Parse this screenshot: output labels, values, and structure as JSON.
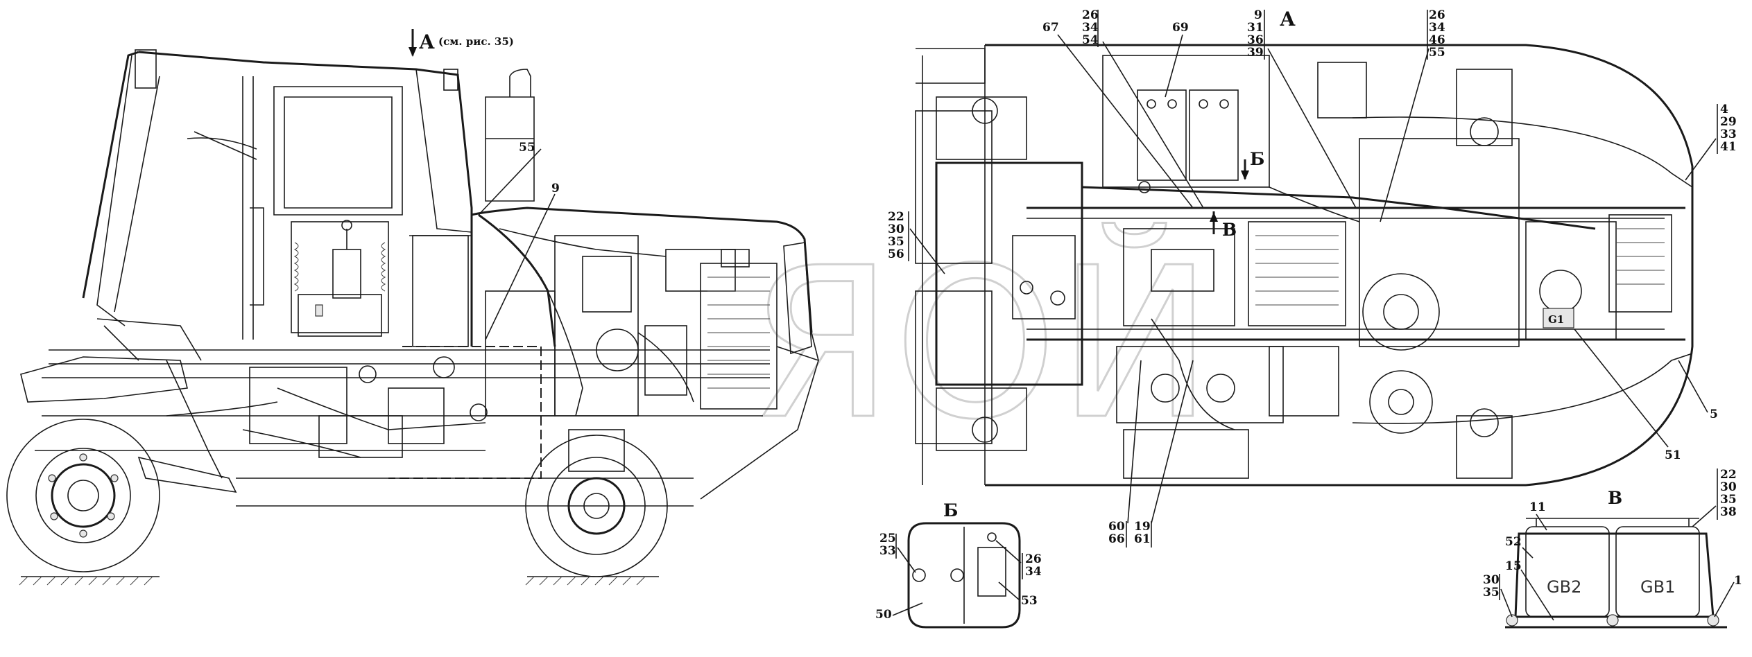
{
  "side_view": {
    "view_arrow_label": "А",
    "view_arrow_note": "(см. рис. 35)",
    "callouts": [
      "55",
      "9"
    ]
  },
  "top_view": {
    "title": "А",
    "callouts": [
      "67",
      "69",
      "26",
      "34",
      "54",
      "9",
      "31",
      "36",
      "39",
      "26",
      "34",
      "46",
      "55",
      "4",
      "29",
      "33",
      "41",
      "5",
      "51",
      "22",
      "30",
      "35",
      "56",
      "60",
      "66",
      "19",
      "61"
    ],
    "section_b_marker": "Б",
    "section_v_marker": "В",
    "g1_label": "G1"
  },
  "detail_b": {
    "title": "Б",
    "callouts": [
      "25",
      "33",
      "26",
      "34",
      "50",
      "53"
    ]
  },
  "detail_v": {
    "title": "В",
    "callouts": [
      "22",
      "30",
      "35",
      "38",
      "11",
      "52",
      "15",
      "30",
      "35",
      "1"
    ],
    "battery_left": "GB2",
    "battery_right": "GB1"
  },
  "watermark": "ЯОЙ"
}
